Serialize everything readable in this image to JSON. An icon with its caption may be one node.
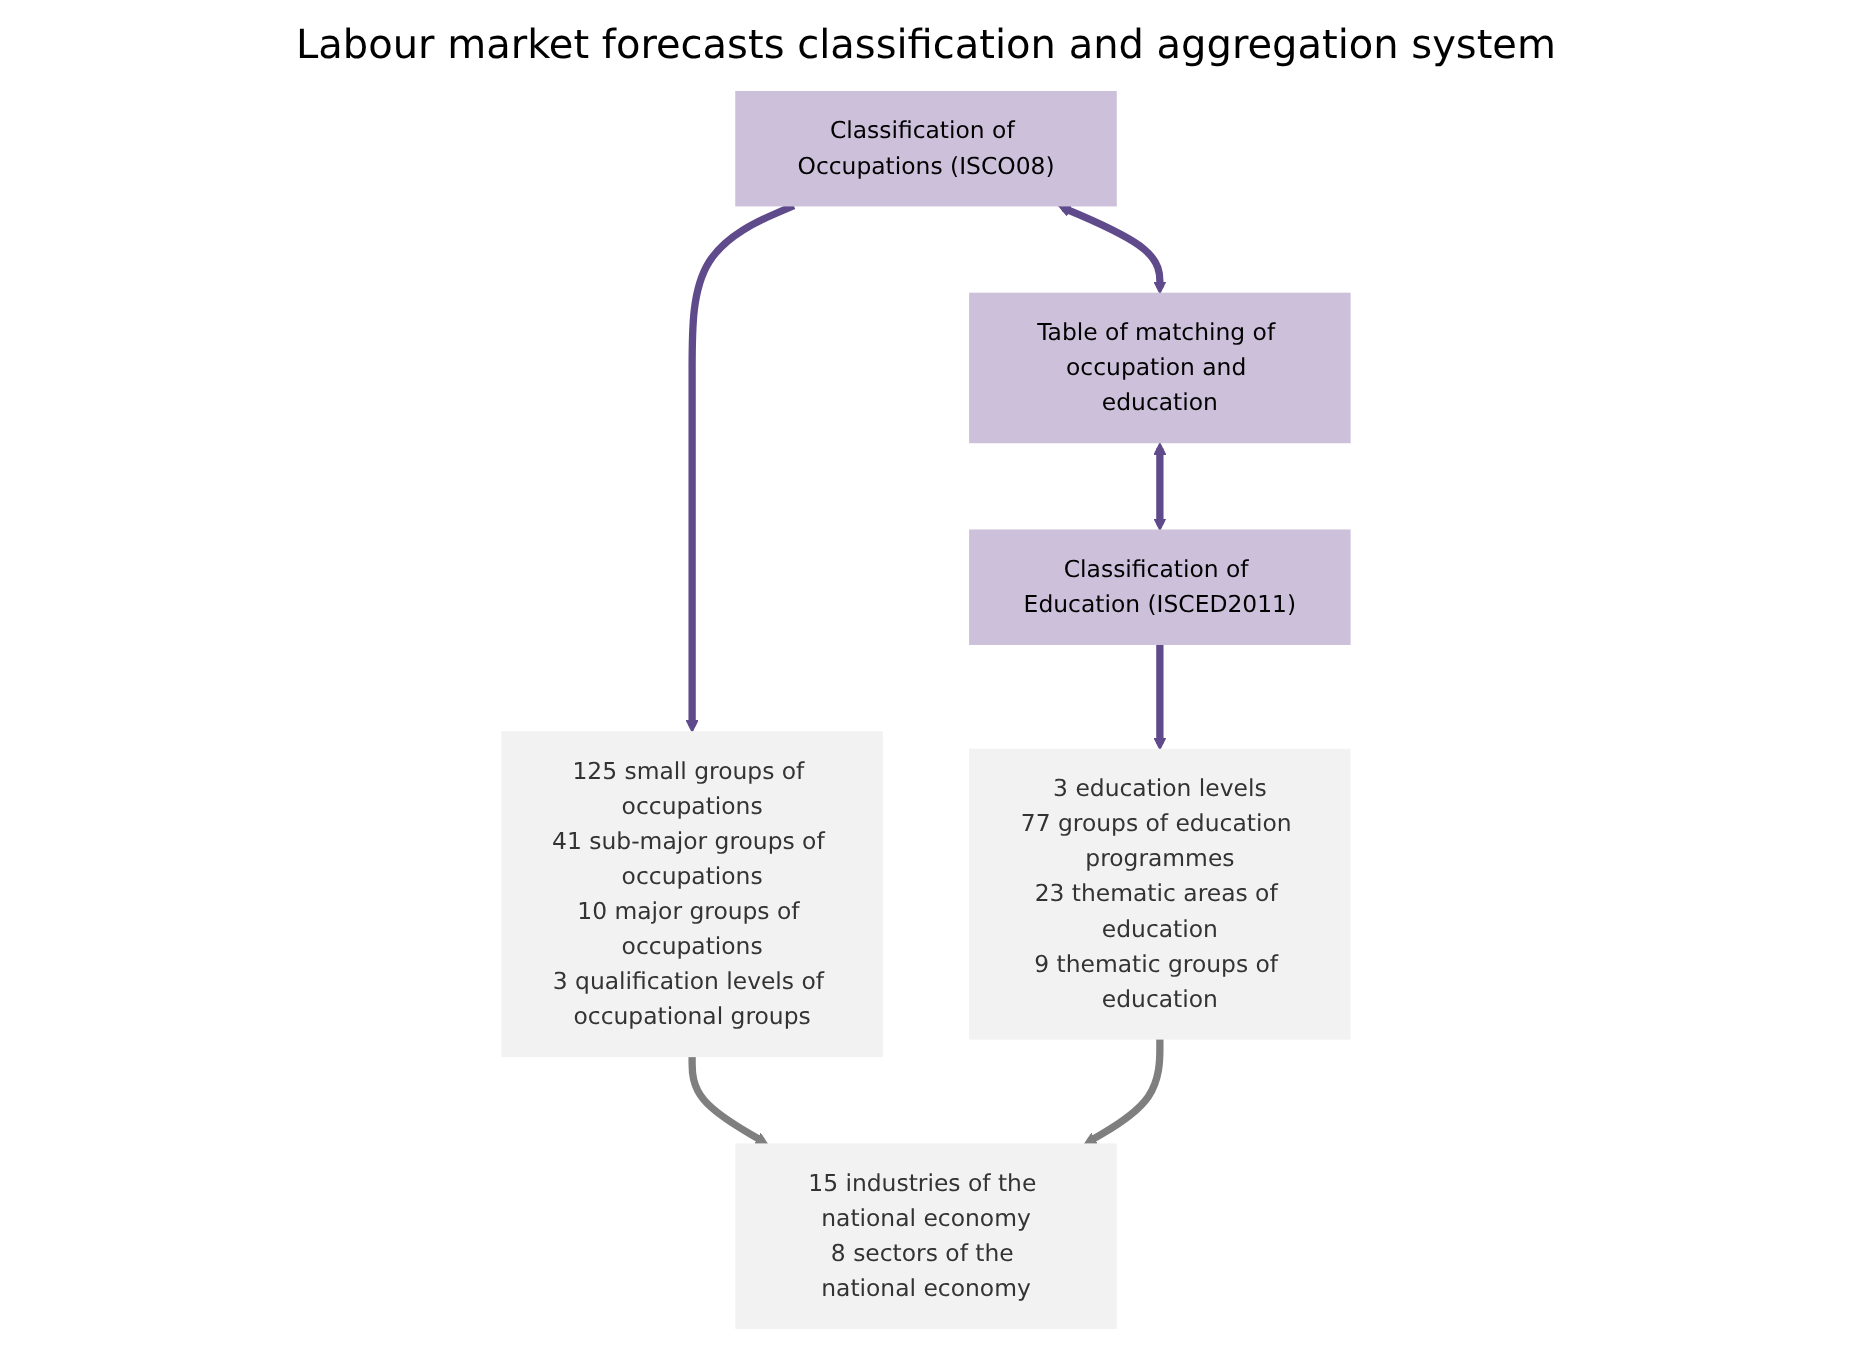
{
  "diagram": {
    "title": "Labour market forecasts classification and aggregation system",
    "nodes": [
      {
        "text": [
          "Classification of Occupations (ISCO08)"
        ]
      },
      {
        "text": [
          "125 small groups of occupations",
          "41 sub-major groups of occupations",
          "10 major groups of occupations",
          "3 qualification levels of occupational groups"
        ]
      },
      {
        "text": [
          "Table of matching of occupation and education"
        ]
      },
      {
        "text": [
          "15 industries of the national economy",
          "8 sectors of the national economy"
        ]
      },
      {
        "text": [
          "Classification of Education (ISCED2011)"
        ]
      },
      {
        "text": [
          "3 education levels",
          "77 groups of education programmes",
          "23 thematic areas of education",
          "9 thematic groups of education"
        ]
      }
    ],
    "edges": [
      {
        "from": 0,
        "to": 1,
        "arrow": "to"
      },
      {
        "from": 0,
        "to": 2,
        "arrow": "both"
      },
      {
        "from": 1,
        "to": 3,
        "arrow": "to",
        "color": "#7f7f7f"
      },
      {
        "from": 2,
        "to": 4,
        "arrow": "both"
      },
      {
        "from": 4,
        "to": 5,
        "arrow": "to"
      },
      {
        "from": 5,
        "to": 3,
        "arrow": "to",
        "color": "#7f7f7f"
      }
    ]
  }
}
